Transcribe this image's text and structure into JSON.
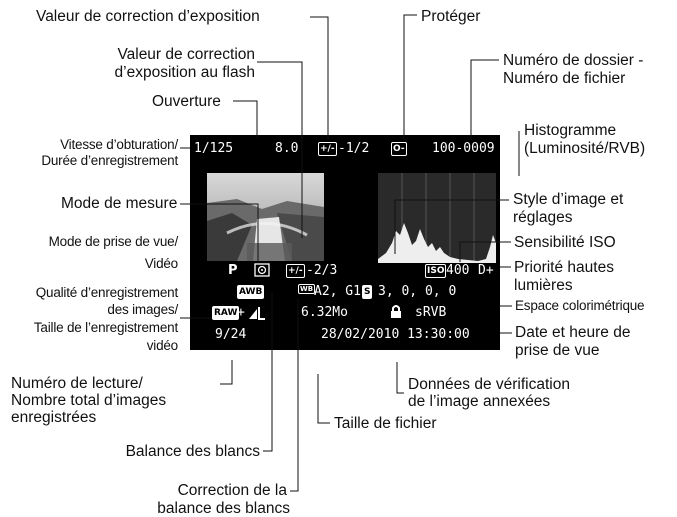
{
  "labels": {
    "exposure_comp": "Valeur de correction d’exposition",
    "protect": "Protéger",
    "flash_comp_1": "Valeur de correction",
    "flash_comp_2": "d’exposition au flash",
    "folder_1": "Numéro de dossier -",
    "folder_2": "Numéro de fichier",
    "aperture": "Ouverture",
    "shutter_1": "Vitesse d’obturation/",
    "shutter_2": "Durée d’enregistrement",
    "histogram_1": "Histogramme",
    "histogram_2": "(Luminosité/RVB)",
    "metering": "Mode de mesure",
    "picture_style_1": "Style d’image et",
    "picture_style_2": "réglages",
    "shooting_mode_1": "Mode de prise de vue/",
    "shooting_mode_2": "Vidéo",
    "iso": "Sensibilité ISO",
    "highlight_1": "Priorité hautes",
    "highlight_2": "lumières",
    "quality_1": "Qualité d’enregistrement",
    "quality_2": "des images/",
    "quality_3": "Taille de l’enregistrement",
    "quality_4": "vidéo",
    "color_space": "Espace colorimétrique",
    "datetime_1": "Date et heure de",
    "datetime_2": "prise de vue",
    "playback_1": "Numéro de lecture/",
    "playback_2": "Nombre total d’images",
    "playback_3": "enregistrées",
    "verification_1": "Données de vérification",
    "verification_2": "de l’image annexées",
    "file_size": "Taille de fichier",
    "wb": "Balance des blancs",
    "wb_corr_1": "Correction de la",
    "wb_corr_2": "balance des blancs"
  },
  "screen": {
    "shutter": "1/125",
    "aperture": "8.0",
    "exp_comp": "-1/2",
    "folder_file": "100-0009",
    "mode": "P",
    "flash_comp": "-2/3",
    "iso": "400",
    "highlight": "D+",
    "wb_icon": "AWB",
    "wb_shift": "A2, G1",
    "style_values": "3,  0,  0,  0",
    "quality_icon": "RAW",
    "quality_suffix": "+",
    "file_size": "6.32Mo",
    "color_space": "sRVB",
    "counter": "9/24",
    "datetime": "28/02/2010  13:30:00",
    "exp_icon": "+/-",
    "flash_icon": "+/-",
    "protect_icon": "O-",
    "style_icon": "S",
    "iso_icon": "ISO",
    "wb_shift_icon": "WB"
  },
  "icons": {
    "lock": "lock-icon",
    "metering": "evaluative-metering-icon",
    "histogram": "histogram-graph"
  }
}
